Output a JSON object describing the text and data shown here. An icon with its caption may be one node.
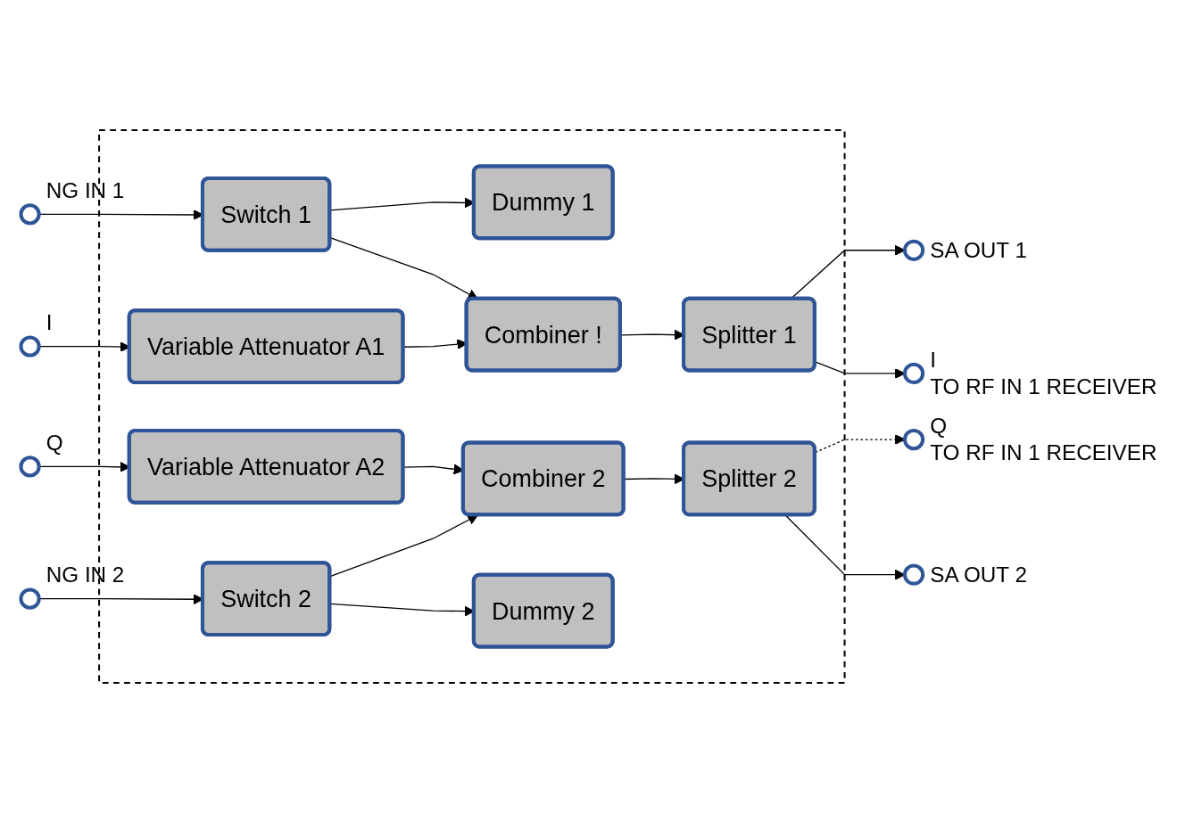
{
  "diagram": {
    "nodes": [
      {
        "text": [],
        "shape": "box"
      },
      {
        "text": [],
        "shape": "circle",
        "beside": [
          "NG IN 1"
        ]
      },
      {
        "text": [],
        "shape": "circle",
        "beside": [
          "SA OUT 1"
        ]
      },
      {
        "text": [
          "Dummy 1"
        ],
        "in": 0
      },
      {
        "text": [
          "Switch 1"
        ],
        "in": 0
      },
      {
        "text": [],
        "shape": "circle",
        "beside": [
          "I"
        ]
      },
      {
        "text": [
          "Variable Attenuator A1"
        ],
        "in": 0
      },
      {
        "text": [
          "Combiner !"
        ],
        "in": 0
      },
      {
        "text": [
          "Splitter 1"
        ],
        "in": 0
      },
      {
        "text": [],
        "shape": "circle",
        "beside": [
          "I",
          "TO RF IN 1 RECEIVER"
        ]
      },
      {
        "text": [],
        "shape": "circle",
        "beside": [
          "Q"
        ]
      },
      {
        "text": [
          "Variable Attenuator A2"
        ],
        "in": 0
      },
      {
        "text": [
          "Combiner 2"
        ],
        "in": 0
      },
      {
        "text": [
          "Splitter 2"
        ],
        "in": 0
      },
      {
        "text": [],
        "shape": "circle",
        "beside": [
          "Q",
          "TO RF IN 1 RECEIVER"
        ]
      },
      {
        "text": [
          "Dummy 2"
        ],
        "in": 0
      },
      {
        "text": [
          "Switch 2"
        ],
        "in": 0
      },
      {
        "text": [],
        "shape": "circle",
        "beside": [
          "NG IN 2"
        ]
      },
      {
        "text": [],
        "shape": "circle",
        "beside": [
          "SA OUT 2"
        ]
      }
    ],
    "edges": [
      {
        "from": 1,
        "to": 4,
        "arrow": "to"
      },
      {
        "from": 4,
        "to": 3,
        "arrow": "to"
      },
      {
        "from": 4,
        "to": 7,
        "arrow": "to"
      },
      {
        "from": 8,
        "to": 2,
        "arrow": "to"
      },
      {
        "from": 5,
        "to": 6,
        "arrow": "to"
      },
      {
        "from": 6,
        "to": 7,
        "arrow": "to"
      },
      {
        "from": 7,
        "to": 8,
        "arrow": "to"
      },
      {
        "from": 8,
        "to": 9,
        "arrow": "to"
      },
      {
        "from": 10,
        "to": 11,
        "arrow": "to"
      },
      {
        "from": 11,
        "to": 12,
        "arrow": "to"
      },
      {
        "from": 12,
        "to": 13,
        "arrow": "to"
      },
      {
        "from": 13,
        "to": 14,
        "arrow": "to",
        "style": "dashed"
      },
      {
        "from": 16,
        "to": 12,
        "arrow": "to"
      },
      {
        "from": 16,
        "to": 15,
        "arrow": "to"
      },
      {
        "from": 17,
        "to": 16,
        "arrow": "to"
      },
      {
        "from": 13,
        "to": 18,
        "arrow": "to"
      }
    ]
  }
}
